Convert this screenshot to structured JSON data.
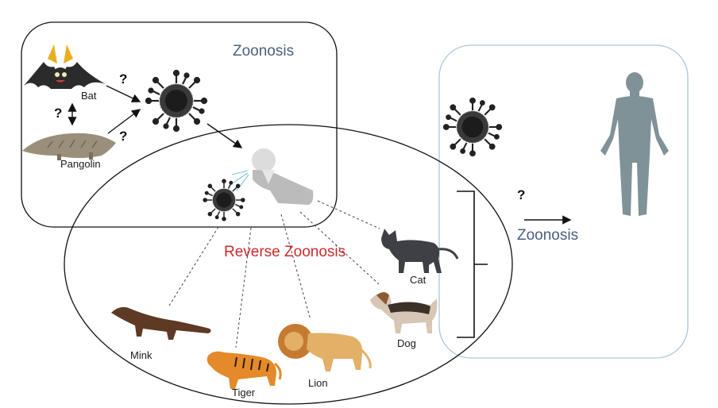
{
  "titles": {
    "zoonosis_top": "Zoonosis",
    "reverse_zoonosis": "Reverse Zoonosis",
    "zoonosis_right": "Zoonosis"
  },
  "question_marks": {
    "bat_to_virus": "?",
    "bat_pangolin": "?",
    "pangolin_to_virus": "?",
    "animals_to_human": "?"
  },
  "animals": {
    "bat": "Bat",
    "pangolin": "Pangolin",
    "cat": "Cat",
    "dog": "Dog",
    "mink": "Mink",
    "tiger": "Tiger",
    "lion": "Lion"
  },
  "icons": [
    "bat-icon",
    "pangolin-icon",
    "virus-icon",
    "coughing-person-icon",
    "human-silhouette-icon",
    "cat-icon",
    "dog-icon",
    "mink-icon",
    "tiger-icon",
    "lion-icon"
  ],
  "colors": {
    "zoonosis_text": "#4a5f80",
    "reverse_text": "#d0282a",
    "right_box_border": "#a9c8d8",
    "human": "#7f9298"
  }
}
